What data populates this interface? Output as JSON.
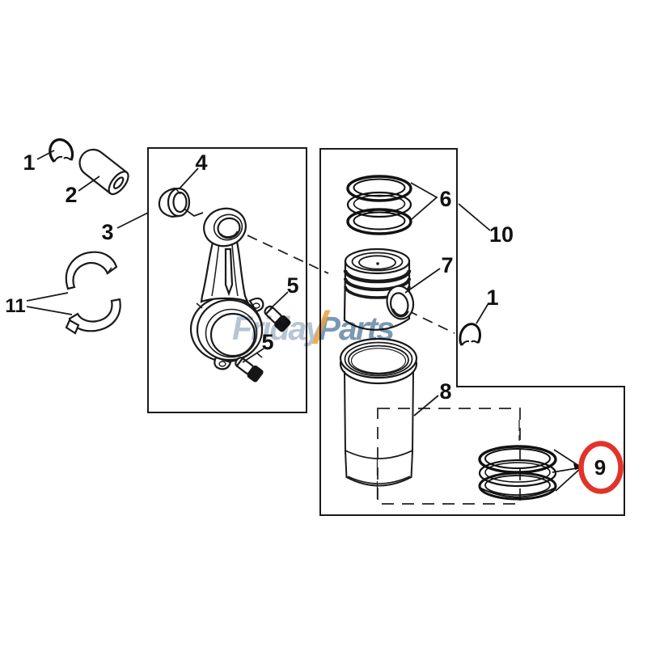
{
  "callouts": {
    "c1_left": "1",
    "c2": "2",
    "c3": "3",
    "c4": "4",
    "c5_upper": "5",
    "c5_lower": "5",
    "c6": "6",
    "c7": "7",
    "c8": "8",
    "c9": "9",
    "c10": "10",
    "c11": "11",
    "c1_right": "1"
  },
  "watermark": {
    "first": "Friday",
    "slash": "/",
    "second": "Parts"
  },
  "colors": {
    "line": "#1a1a1a",
    "highlight": "#e23229",
    "watermark_blue": "#6386ab",
    "watermark_orange": "#eaa43e"
  }
}
